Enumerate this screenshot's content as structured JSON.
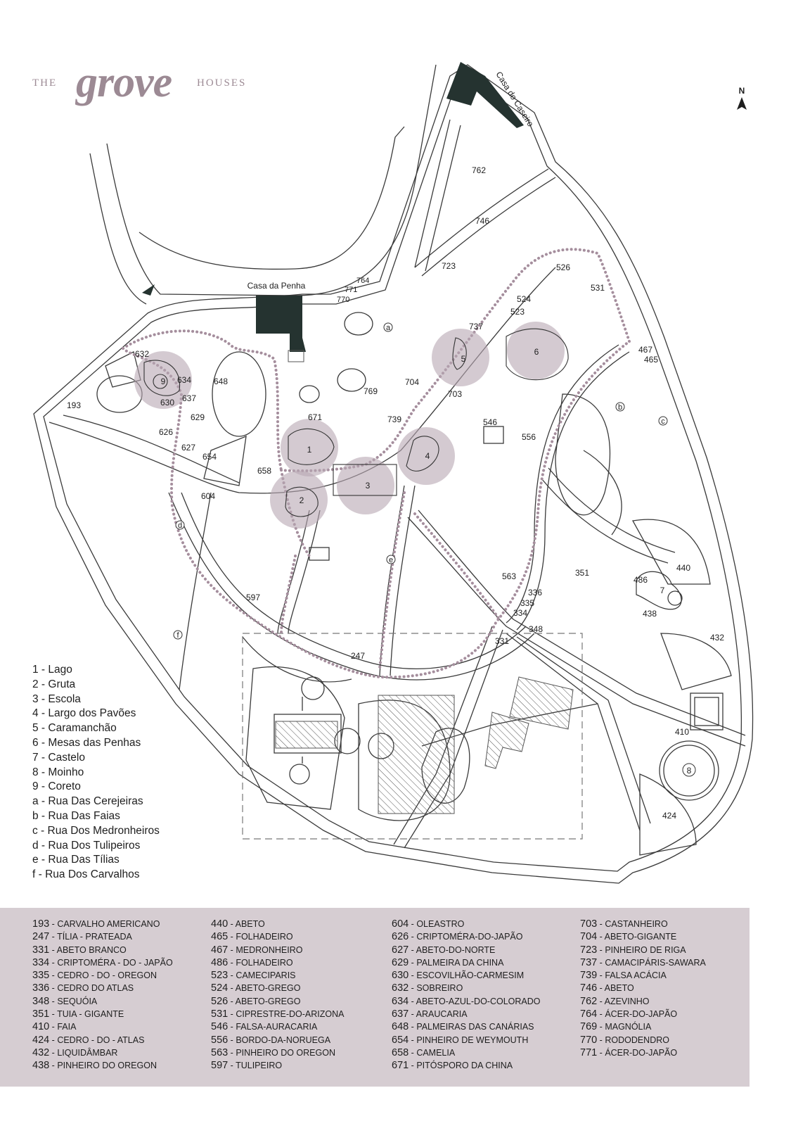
{
  "brand": {
    "prefix": "THE",
    "name": "grove",
    "suffix": "HOUSES"
  },
  "compass": {
    "label": "N"
  },
  "buildings": {
    "casa_penha": "Casa da Penha",
    "casa_caseiro": "Casa do Caseiro"
  },
  "colors": {
    "accent": "#b8a7b2",
    "panel": "#d6cdd2",
    "building": "#253330",
    "path": "#a58e9d"
  },
  "places": [
    "1 - Lago",
    "2 - Gruta",
    "3 - Escola",
    "4 - Largo dos Pavões",
    "5 - Caramanchão",
    "6 - Mesas das Penhas",
    "7 - Castelo",
    "8 - Moinho",
    "9 - Coreto",
    "a - Rua Das Cerejeiras",
    "b - Rua Das Faias",
    "c - Rua Dos Medronheiros",
    "d - Rua Dos Tulipeiros",
    "e - Rua Das Tílias",
    "f - Rua Dos Carvalhos"
  ],
  "map_numbers": [
    "762",
    "746",
    "723",
    "526",
    "531",
    "524",
    "523",
    "737",
    "764",
    "771",
    "770",
    "467",
    "465",
    "704",
    "703",
    "739",
    "769",
    "671",
    "648",
    "632",
    "634",
    "637",
    "630",
    "629",
    "626",
    "627",
    "654",
    "658",
    "604",
    "193",
    "546",
    "556",
    "351",
    "563",
    "336",
    "335",
    "334",
    "348",
    "331",
    "440",
    "486",
    "438",
    "432",
    "410",
    "424",
    "597",
    "247"
  ],
  "place_markers": [
    "1",
    "2",
    "3",
    "4",
    "5",
    "6",
    "7",
    "8",
    "9"
  ],
  "street_markers": [
    "a",
    "b",
    "c",
    "d",
    "e",
    "f"
  ],
  "trees": [
    [
      {
        "n": "193",
        "t": "CARVALHO AMERICANO"
      },
      {
        "n": "247",
        "t": "TÍLIA - PRATEADA"
      },
      {
        "n": "331",
        "t": "ABETO BRANCO"
      },
      {
        "n": "334",
        "t": "CRIPTOMÉRA - DO - JAPÃO"
      },
      {
        "n": "335",
        "t": "CEDRO - DO - OREGON"
      },
      {
        "n": "336",
        "t": "CEDRO DO ATLAS"
      },
      {
        "n": "348",
        "t": "SEQUÓIA"
      },
      {
        "n": "351",
        "t": "TUIA - GIGANTE"
      },
      {
        "n": "410",
        "t": "FAIA"
      },
      {
        "n": "424",
        "t": "CEDRO - DO - ATLAS"
      },
      {
        "n": "432",
        "t": "LIQUIDÂMBAR"
      },
      {
        "n": "438",
        "t": "PINHEIRO DO OREGON"
      }
    ],
    [
      {
        "n": "440",
        "t": "ABETO"
      },
      {
        "n": "465",
        "t": "FOLHADEIRO"
      },
      {
        "n": "467",
        "t": "MEDRONHEIRO"
      },
      {
        "n": "486",
        "t": "FOLHADEIRO"
      },
      {
        "n": "523",
        "t": "CAMECIPARIS"
      },
      {
        "n": "524",
        "t": "ABETO-GREGO"
      },
      {
        "n": "526",
        "t": "ABETO-GREGO"
      },
      {
        "n": "531",
        "t": "CIPRESTRE-DO-ARIZONA"
      },
      {
        "n": "546",
        "t": "FALSA-AURACARIA"
      },
      {
        "n": "556",
        "t": "BORDO-DA-NORUEGA"
      },
      {
        "n": "563",
        "t": "PINHEIRO DO OREGON"
      },
      {
        "n": "597",
        "t": "TULIPEIRO"
      }
    ],
    [
      {
        "n": "604",
        "t": "OLEASTRO"
      },
      {
        "n": "626",
        "t": "CRIPTOMÉRA-DO-JAPÃO"
      },
      {
        "n": "627",
        "t": "ABETO-DO-NORTE"
      },
      {
        "n": "629",
        "t": "PALMEIRA DA CHINA"
      },
      {
        "n": "630",
        "t": "ESCOVILHÃO-CARMESIM"
      },
      {
        "n": "632",
        "t": "SOBREIRO"
      },
      {
        "n": "634",
        "t": "ABETO-AZUL-DO-COLORADO"
      },
      {
        "n": "637",
        "t": "ARAUCARIA"
      },
      {
        "n": "648",
        "t": "PALMEIRAS DAS CANÁRIAS"
      },
      {
        "n": "654",
        "t": "PINHEIRO DE WEYMOUTH"
      },
      {
        "n": "658",
        "t": "CAMELIA"
      },
      {
        "n": "671",
        "t": "PITÓSPORO DA CHINA"
      }
    ],
    [
      {
        "n": "703",
        "t": "CASTANHEIRO"
      },
      {
        "n": "704",
        "t": "ABETO-GIGANTE"
      },
      {
        "n": "723",
        "t": "PINHEIRO DE RIGA"
      },
      {
        "n": "737",
        "t": "CAMACIPÁRIS-SAWARA"
      },
      {
        "n": "739",
        "t": "FALSA ACÁCIA"
      },
      {
        "n": "746",
        "t": "ABETO"
      },
      {
        "n": "762",
        "t": "AZEVINHO"
      },
      {
        "n": "764",
        "t": "ÁCER-DO-JAPÃO"
      },
      {
        "n": "769",
        "t": "MAGNÓLIA"
      },
      {
        "n": "770",
        "t": "RODODENDRO"
      },
      {
        "n": "771",
        "t": "ÁCER-DO-JAPÃO"
      }
    ]
  ]
}
